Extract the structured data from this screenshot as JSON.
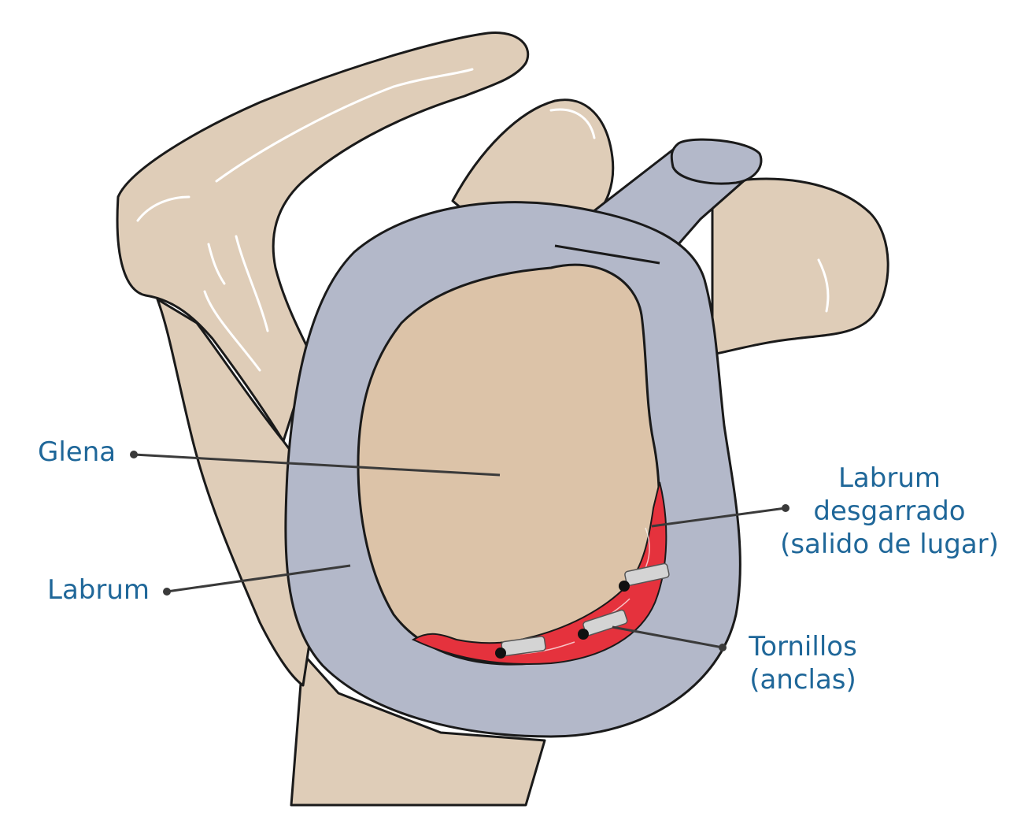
{
  "colors": {
    "label_text": "#1f6799",
    "bone": "#dfcdb8",
    "bone_highlight": "#ffffff",
    "labrum": "#b3b8c9",
    "glenoid": "#dcc3a8",
    "tear": "#e5323d",
    "outline": "#1a1a1a",
    "leader": "#3a3a3a",
    "screw": "#d4d4d4"
  },
  "labels": {
    "glena": "Glena",
    "labrum": "Labrum",
    "torn_labrum_line1": "Labrum",
    "torn_labrum_line2": "desgarrado",
    "torn_labrum_line3": "(salido de lugar)",
    "screws_line1": "Tornillos",
    "screws_line2": "(anclas)"
  }
}
